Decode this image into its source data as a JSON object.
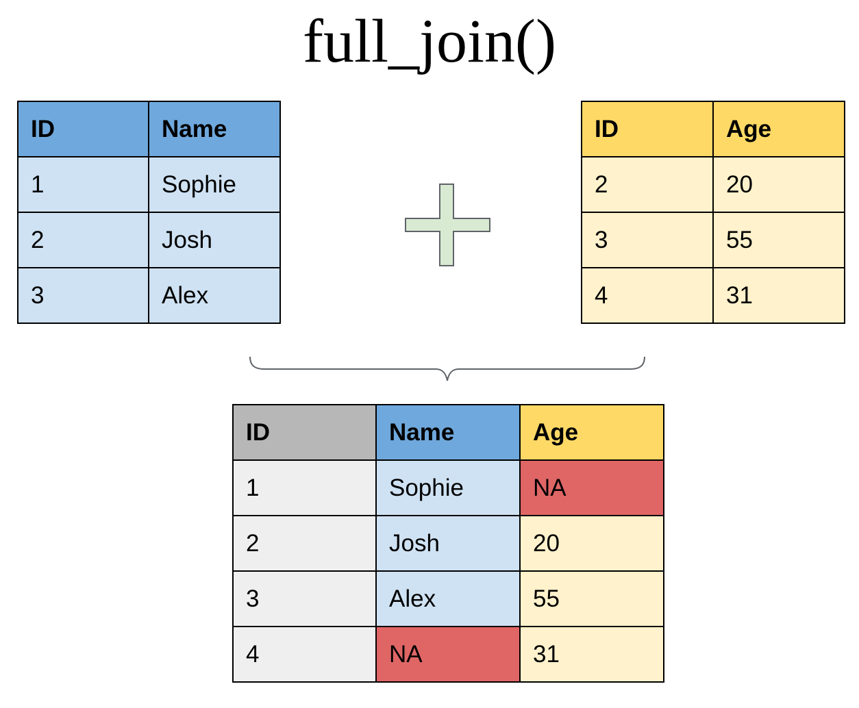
{
  "title": "full_join()",
  "colors": {
    "name_header": "#6fa8dc",
    "name_cell": "#cfe2f3",
    "age_header": "#ffd966",
    "age_cell": "#fff2cc",
    "id_header": "#b7b7b7",
    "id_cell": "#efefef",
    "missing": "#e06666",
    "plus_fill": "#d9ead3"
  },
  "left_table": {
    "headers": [
      "ID",
      "Name"
    ],
    "rows": [
      [
        "1",
        "Sophie"
      ],
      [
        "2",
        "Josh"
      ],
      [
        "3",
        "Alex"
      ]
    ]
  },
  "right_table": {
    "headers": [
      "ID",
      "Age"
    ],
    "rows": [
      [
        "2",
        "20"
      ],
      [
        "3",
        "55"
      ],
      [
        "4",
        "31"
      ]
    ]
  },
  "operator_icon": "plus-icon",
  "connector_icon": "curly-brace-icon",
  "result_table": {
    "headers": [
      "ID",
      "Name",
      "Age"
    ],
    "rows": [
      [
        "1",
        "Sophie",
        "NA"
      ],
      [
        "2",
        "Josh",
        "20"
      ],
      [
        "3",
        "Alex",
        "55"
      ],
      [
        "4",
        "NA",
        "31"
      ]
    ]
  }
}
